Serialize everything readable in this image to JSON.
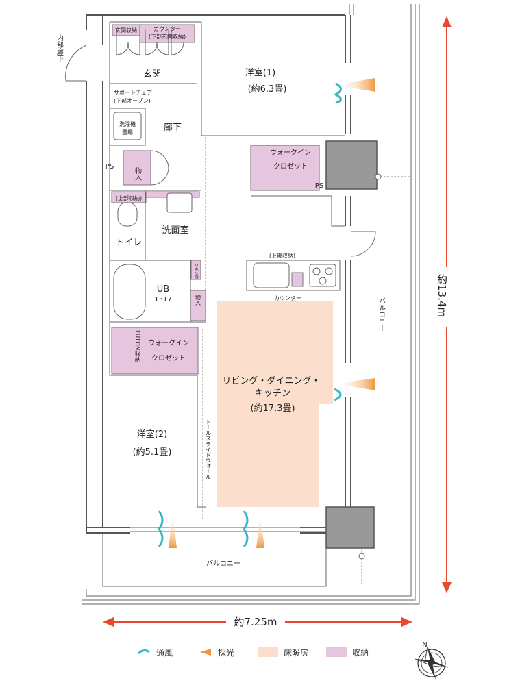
{
  "rooms": {
    "western1": {
      "name": "洋室(1)",
      "size": "(約6.3畳)"
    },
    "western2": {
      "name": "洋室(2)",
      "size": "(約5.1畳)"
    },
    "ldk": {
      "name1": "リビング・ダイニング・",
      "name2": "キッチン",
      "size": "(約17.3畳)"
    },
    "entrance": "玄関",
    "hallway": "廊下",
    "washroom": "洗面室",
    "toilet": "トイレ",
    "ub": "UB",
    "ub_size": "1317",
    "wic1_a": "ウォークイン",
    "wic1_b": "クロゼット",
    "wic2_a": "ウォークイン",
    "wic2_b": "クロゼット",
    "balcony_right": "バルコニー",
    "balcony_bottom": "バルコニー"
  },
  "labels": {
    "inner_corridor": "内部廊下",
    "entry_storage": "玄関収納",
    "counter_top": "カウンター",
    "counter_top_sub": "(下部玄関収納)",
    "support_chair": "サポートチェア",
    "support_chair_sub": "(下部オーブン)",
    "washer_a": "洗濯機",
    "washer_b": "置場",
    "ps_left": "PS",
    "ps_right": "PS",
    "storage_left": "物入",
    "storage_mid": "物入",
    "upper_storage_left": "(上部収納)",
    "upper_storage_kitchen": "(上部収納)",
    "linen": "リネン庫",
    "futon": "FUTON収納",
    "kitchen_counter": "カウンター",
    "tall_slide_wall": "トールスライドウォール"
  },
  "dimensions": {
    "height": "約13.4m",
    "width": "約7.25m"
  },
  "legend": {
    "ventilation": "通風",
    "daylight": "採光",
    "floor_heating": "床暖房",
    "storage": "収納"
  },
  "colors": {
    "storage": "#e6c6de",
    "floor_heating": "#fbdfcc",
    "dimension": "#e8482c",
    "ventilation": "#3bb6c6",
    "daylight": "#f0963c"
  },
  "compass": {
    "north": "N"
  }
}
